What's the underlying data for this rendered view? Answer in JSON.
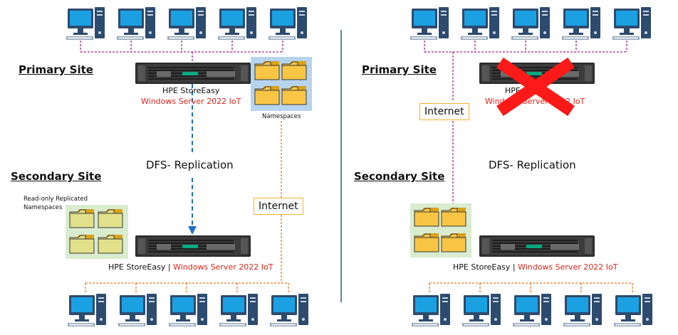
{
  "primary": {
    "site_label": "Primary Site",
    "server_name": "HPE StoreEasy",
    "server_os": "Windows Server 2022 IoT",
    "namespaces_label": "Namespaces",
    "dfs_label": "DFS- Replication"
  },
  "secondary": {
    "site_label": "Secondary Site",
    "replicated_label_line1": "Read-only Replicated",
    "replicated_label_line2": "Namespaces",
    "server_name": "HPE StoreEasy",
    "separator": " | ",
    "server_os": "Windows Server 2022 IoT",
    "internet_label": "Internet"
  },
  "failover": {
    "site_label_primary": "Primary Site",
    "site_label_secondary": "Secondary Site",
    "server_name_partial": "HPE",
    "server_os_partial": "Windows Server 2022 IoT",
    "internet_label": "Internet",
    "dfs_label": "DFS- Replication",
    "server_name": "HPE StoreEasy",
    "separator": " | ",
    "server_os": "Windows Server 2022 IoT"
  },
  "colors": {
    "primary_link": "#a0288f",
    "internet_link": "#e87722",
    "replication_arrow": "#1f6fc4",
    "divider": "#2c5f7c",
    "failure_mark": "#ff1a1a",
    "namespaces_bg": "#b7d4ee",
    "replicas_bg": "#d9ecd0",
    "folder_fill": "#f8c544",
    "replica_folder_fill": "#e2e08a"
  }
}
